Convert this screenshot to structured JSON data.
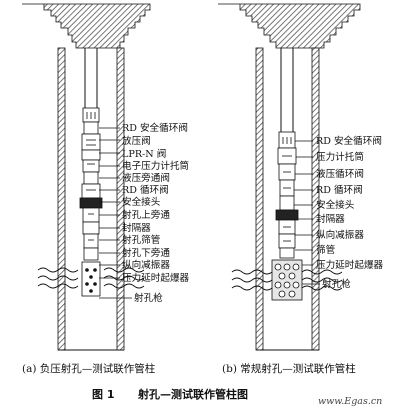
{
  "figure": {
    "number": "图 1",
    "title": "射孔—测试联作管柱图",
    "watermark": "www.Egas.cn"
  },
  "panels": {
    "a": {
      "caption": "(a) 负压射孔—测试联作管柱",
      "labels": [
        "RD 安全循环阀",
        "放压阀",
        "LPR-N 阀",
        "电子压力计托筒",
        "液压旁通阀",
        "RD 循环阀",
        "安全接头",
        "射孔上旁通",
        "封隔器",
        "射孔筛管",
        "射孔下旁通",
        "纵向减振器",
        "压力延时起爆器",
        "射孔枪"
      ]
    },
    "b": {
      "caption": "(b) 常规射孔—测试联作管柱",
      "labels": [
        "RD 安全循环阀",
        "压力计托筒",
        "液压循环阀",
        "RD 循环阀",
        "安全接头",
        "封隔器",
        "纵向减振器",
        "筛管",
        "压力延时起爆器",
        "射孔枪"
      ]
    }
  },
  "colors": {
    "ink": "#111111",
    "hatch": "#555555",
    "formation": "#d9d9d9"
  }
}
